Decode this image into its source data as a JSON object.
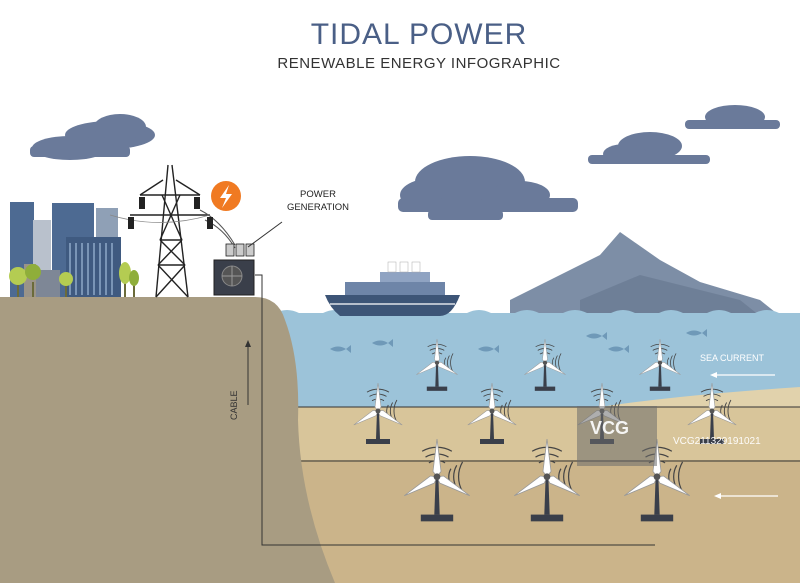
{
  "title": "TIDAL POWER",
  "subtitle": "RENEWABLE ENERGY INFOGRAPHIC",
  "labels": {
    "power_line1": "POWER",
    "power_line2": "GENERATION",
    "sea_current": "SEA CURRENT",
    "cable": "CABLE"
  },
  "watermark": {
    "brand": "VCG",
    "id": "VCG211329191021"
  },
  "icons": [
    "lightning-icon",
    "cloud-icon",
    "turbine-icon",
    "transmission-tower-icon",
    "generator-icon",
    "ship-icon",
    "fish-icon",
    "tree-icon",
    "arrow-icon"
  ],
  "colors": {
    "title": "#4a5f86",
    "cloud": "#6a7a9a",
    "sea": "#9cc3d9",
    "sand_light": "#d8c59a",
    "sand_dark": "#cbb48a",
    "land": "#a89c82",
    "mountain": "#7d8ea6",
    "accent_orange": "#f07a22"
  }
}
